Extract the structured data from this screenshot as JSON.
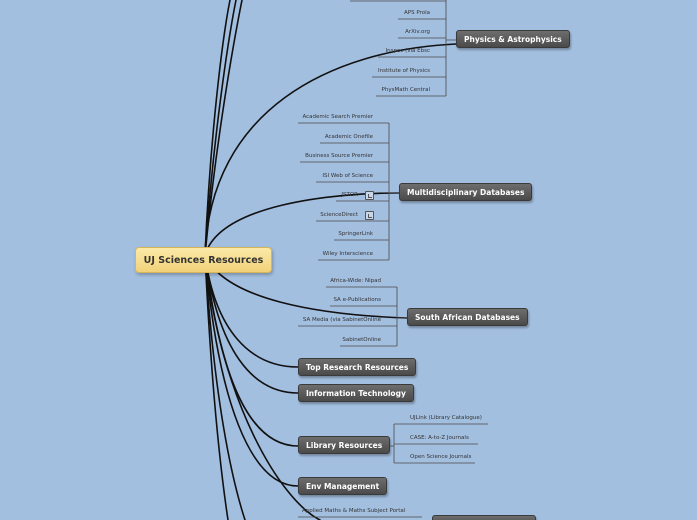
{
  "root": {
    "label": "UJ Sciences Resources"
  },
  "topics": {
    "physics": "Physics & Astrophysics",
    "multidisciplinary": "Multidisciplinary Databases",
    "south_african": "South African Databases",
    "top_research": "Top Research Resources",
    "information_technology": "Information Technology",
    "library": "Library Resources",
    "env_management": "Env Management"
  },
  "physics_items": [
    "APS Prola",
    "ArXiv.org",
    "Inspec (via Ebsc",
    "Institute of Physics",
    "PhysMath Central"
  ],
  "multidisciplinary_items": [
    "Academic Search Premier",
    "Academic Onefile",
    "Business Source Premier",
    "ISI Web of Science",
    "JSTOR",
    "ScienceDirect",
    "SpringerLink",
    "Wiley Interscience"
  ],
  "south_african_items": [
    "Africa-Wide: Nipad",
    "SA e-Publications",
    "SA Media (via SabinetOnline",
    "SabinetOnline"
  ],
  "library_items": [
    "UJLink (Library Catalogue)",
    "CASE: A-to-Z Journals",
    "Open Science Journals"
  ],
  "bottom_items": [
    "Applied Maths & Maths Subject Portal"
  ],
  "colors": {
    "background": "#a3bfe0",
    "root_fill": "#f6dc8a",
    "topic_fill": "#555555",
    "link": "#111111"
  }
}
